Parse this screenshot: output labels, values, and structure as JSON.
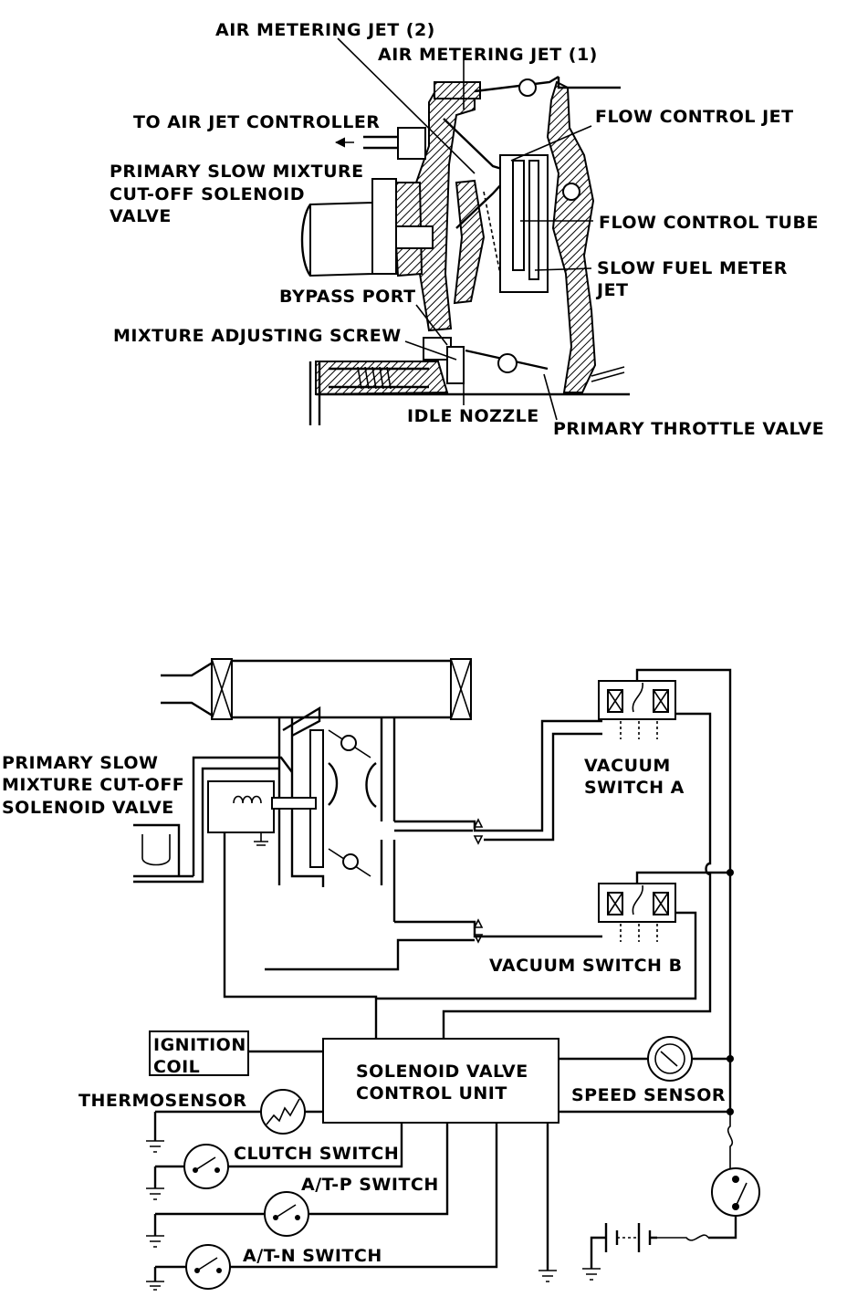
{
  "carburetor": {
    "air_metering_jet_2": "AIR METERING JET (2)",
    "air_metering_jet_1": "AIR METERING JET (1)",
    "to_air_jet_controller": "TO AIR JET CONTROLLER",
    "flow_control_jet": "FLOW CONTROL JET",
    "primary_slow_mixture_line1": "PRIMARY SLOW MIXTURE",
    "primary_slow_mixture_line2": "CUT-OFF SOLENOID",
    "primary_slow_mixture_line3": "VALVE",
    "flow_control_tube": "FLOW CONTROL TUBE",
    "slow_fuel_meter_jet_line1": "SLOW FUEL METER",
    "slow_fuel_meter_jet_line2": "JET",
    "bypass_port": "BYPASS PORT",
    "mixture_adjusting_screw": "MIXTURE ADJUSTING SCREW",
    "idle_nozzle": "IDLE NOZZLE",
    "primary_throttle_valve": "PRIMARY THROTTLE VALVE"
  },
  "circuit": {
    "solenoid_line1": "PRIMARY SLOW",
    "solenoid_line2": "MIXTURE CUT-OFF",
    "solenoid_line3": "SOLENOID VALVE",
    "vacuum_switch_a_line1": "VACUUM",
    "vacuum_switch_a_line2": "SWITCH A",
    "vacuum_switch_b": "VACUUM SWITCH B",
    "ignition_coil_line1": "IGNITION",
    "ignition_coil_line2": "COIL",
    "control_unit_line1": "SOLENOID VALVE",
    "control_unit_line2": "CONTROL UNIT",
    "speed_sensor": "SPEED SENSOR",
    "thermosensor": "THERMOSENSOR",
    "clutch_switch": "CLUTCH SWITCH",
    "atp_switch": "A/T-P SWITCH",
    "atn_switch": "A/T-N SWITCH"
  }
}
